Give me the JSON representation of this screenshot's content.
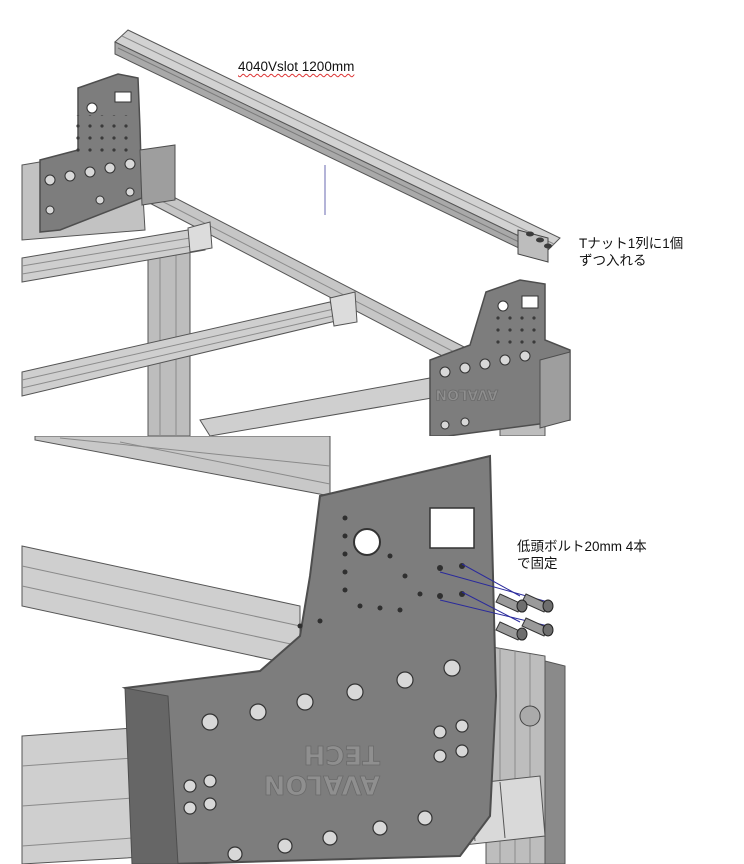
{
  "top_panel": {
    "rail_label": "4040Vslot 1200mm",
    "tnut_note_line1": "Tナット1列に1個",
    "tnut_note_line2": "ずつ入れる"
  },
  "bottom_panel": {
    "bolt_note_line1": "低頭ボルト20mm 4本",
    "bolt_note_line2": "で固定"
  },
  "plate_logo": {
    "line1": "AVALON",
    "line2": "TECH"
  },
  "colors": {
    "plate": "#7d7d7d",
    "plate_edge": "#4e4e4e",
    "extrusion": "#c9c9c9",
    "extrusion_dark": "#9a9a9a",
    "leader_line": "#2a2a9c"
  }
}
